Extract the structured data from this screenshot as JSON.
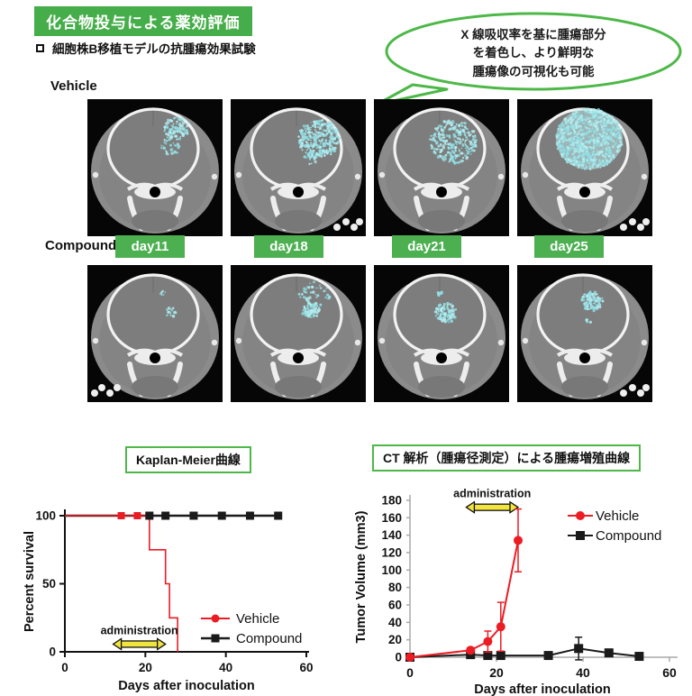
{
  "header": {
    "title": "化合物投与による薬効評価",
    "bullet": "細胞株B移植モデルの抗腫瘍効果試験"
  },
  "callout": {
    "lines": [
      "X 線吸収率を基に腫瘍部分",
      "を着色し、より鮮明な",
      "腫瘍像の可視化も可能"
    ]
  },
  "ct_panel": {
    "row_labels": [
      "Vehicle",
      "Compound"
    ],
    "day_labels": [
      "day11",
      "day18",
      "day21",
      "day25"
    ],
    "scans": [
      {
        "row": "Vehicle",
        "day": "day11",
        "seed": 11,
        "base": false,
        "pebbles": null,
        "clusters": [
          [
            99,
            32,
            14,
            110
          ],
          [
            92,
            52,
            12,
            35
          ]
        ]
      },
      {
        "row": "Vehicle",
        "day": "day18",
        "seed": 22,
        "base": false,
        "pebbles": "br",
        "clusters": [
          [
            98,
            44,
            23,
            330
          ],
          [
            90,
            65,
            8,
            20
          ]
        ]
      },
      {
        "row": "Vehicle",
        "day": "day21",
        "seed": 33,
        "base": false,
        "pebbles": null,
        "clusters": [
          [
            88,
            47,
            26,
            270
          ]
        ]
      },
      {
        "row": "Vehicle",
        "day": "day25",
        "seed": 44,
        "base": true,
        "pebbles": "br",
        "clusters": [
          [
            80,
            44,
            37,
            800
          ]
        ]
      },
      {
        "row": "Compound",
        "day": "day11",
        "seed": 55,
        "base": false,
        "pebbles": "bl",
        "clusters": [
          [
            84,
            31,
            3,
            8
          ],
          [
            93,
            52,
            6,
            16
          ]
        ]
      },
      {
        "row": "Compound",
        "day": "day18",
        "seed": 66,
        "base": false,
        "pebbles": null,
        "clusters": [
          [
            89,
            50,
            10,
            90
          ],
          [
            93,
            34,
            17,
            45
          ]
        ]
      },
      {
        "row": "Compound",
        "day": "day21",
        "seed": 77,
        "base": false,
        "pebbles": null,
        "clusters": [
          [
            80,
            53,
            12,
            110
          ],
          [
            73,
            32,
            3,
            10
          ]
        ]
      },
      {
        "row": "Compound",
        "day": "day25",
        "seed": 88,
        "base": false,
        "pebbles": "br",
        "clusters": [
          [
            83,
            40,
            12,
            120
          ],
          [
            79,
            62,
            3,
            8
          ]
        ]
      }
    ]
  },
  "chart_data": [
    {
      "type": "line",
      "title": "Kaplan-Meier曲線",
      "xlabel": "Days after inoculation",
      "ylabel": "Percent survival",
      "xlim": [
        0,
        60
      ],
      "ylim": [
        0,
        100
      ],
      "xticks": [
        0,
        20,
        40,
        60
      ],
      "yticks": [
        0,
        50,
        100
      ],
      "grid": false,
      "legend_position": "inside-right",
      "series": [
        {
          "name": "Compound",
          "color": "#1a1a1a",
          "marker": "square",
          "step": false,
          "points": [
            [
              0,
              100
            ],
            [
              53,
              100
            ]
          ],
          "marker_points": [
            [
              21,
              100
            ],
            [
              25,
              100
            ],
            [
              32,
              100
            ],
            [
              39,
              100
            ],
            [
              46,
              100
            ],
            [
              53,
              100
            ]
          ]
        },
        {
          "name": "Vehicle",
          "color": "#ec1c24",
          "marker": "square",
          "step": true,
          "points": [
            [
              0,
              100
            ],
            [
              21,
              100
            ],
            [
              21,
              75
            ],
            [
              25,
              75
            ],
            [
              25,
              50
            ],
            [
              26,
              50
            ],
            [
              26,
              25
            ],
            [
              28,
              25
            ],
            [
              28,
              0
            ]
          ],
          "marker_points": [
            [
              14,
              100
            ],
            [
              18,
              100
            ]
          ]
        }
      ],
      "annotation": {
        "label": "administration",
        "x_start": 12,
        "x_end": 25,
        "y": 5
      }
    },
    {
      "type": "line",
      "title": "CT 解析（腫瘍径測定）による腫瘍増殖曲線",
      "xlabel": "Days after inoculation",
      "ylabel": "Tumor Volume (mm3)",
      "xlim": [
        0,
        60
      ],
      "ylim": [
        0,
        180
      ],
      "xticks": [
        0,
        20,
        40,
        60
      ],
      "yticks": [
        0,
        20,
        40,
        60,
        80,
        100,
        120,
        140,
        160,
        180
      ],
      "grid": false,
      "legend_position": "inside-right",
      "series": [
        {
          "name": "Vehicle",
          "color": "#ec1c24",
          "marker": "circle",
          "points": [
            [
              0,
              0
            ],
            [
              14,
              8
            ],
            [
              18,
              18
            ],
            [
              21,
              35
            ],
            [
              25,
              134
            ]
          ],
          "errors": [
            0,
            3,
            12,
            28,
            36
          ]
        },
        {
          "name": "Compound",
          "color": "#1a1a1a",
          "marker": "square",
          "points": [
            [
              0,
              0
            ],
            [
              14,
              3
            ],
            [
              18,
              2
            ],
            [
              21,
              2
            ],
            [
              32,
              2
            ],
            [
              39,
              10
            ],
            [
              46,
              5
            ],
            [
              53,
              1
            ]
          ],
          "errors": [
            0,
            0,
            0,
            0,
            0,
            13,
            0,
            0
          ]
        }
      ],
      "annotation": {
        "label": "administration",
        "x_start": 13,
        "x_end": 25,
        "y": 172
      }
    }
  ],
  "colors": {
    "green": "#45ad49",
    "green_border": "#4db848",
    "red": "#ec1c24",
    "black": "#1a1a1a",
    "yellow": "#f2e43e",
    "cyan_light": "#b5ecef",
    "cyan_dark": "#8fdde2",
    "axis_gray": "#a8a8a8"
  }
}
